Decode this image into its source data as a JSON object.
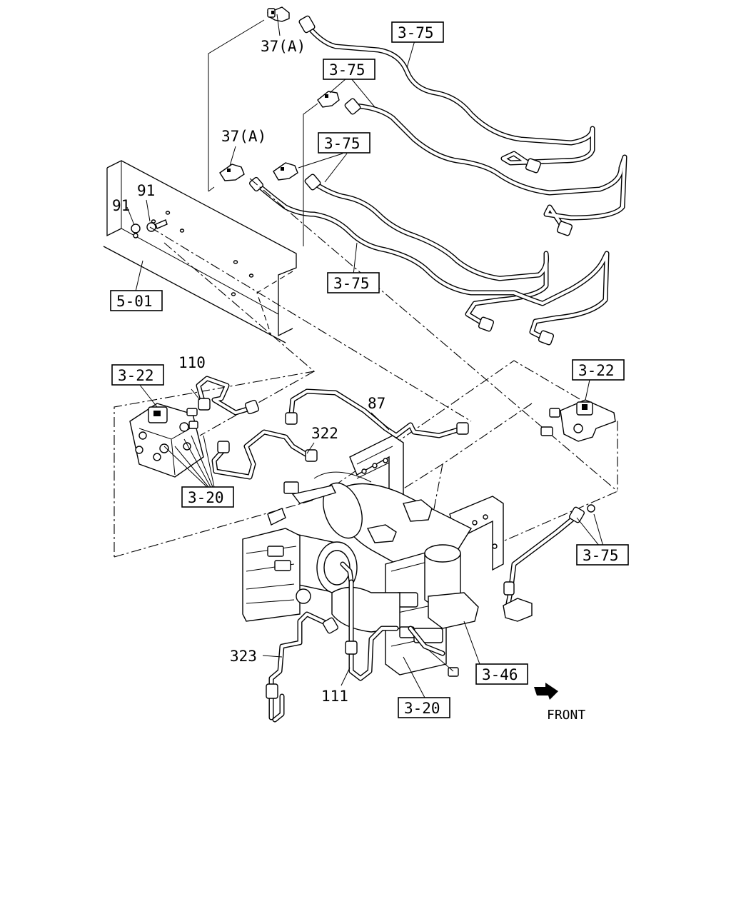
{
  "labels": {
    "ref_37a_top": "37(A)",
    "ref_37a_mid": "37(A)",
    "ref_91_a": "91",
    "ref_91_b": "91",
    "ref_110": "110",
    "ref_87": "87",
    "ref_322": "322",
    "ref_323": "323",
    "ref_111": "111",
    "front": "FRONT"
  },
  "boxed_refs": {
    "b375_top": "3-75",
    "b375_upper": "3-75",
    "b375_mid": "3-75",
    "b375_lower": "3-75",
    "b375_right": "3-75",
    "b501": "5-01",
    "b322_left": "3-22",
    "b322_right": "3-22",
    "b320_left": "3-20",
    "b320_bottom": "3-20",
    "b346": "3-46"
  },
  "icons": [
    "front-arrow-icon"
  ]
}
